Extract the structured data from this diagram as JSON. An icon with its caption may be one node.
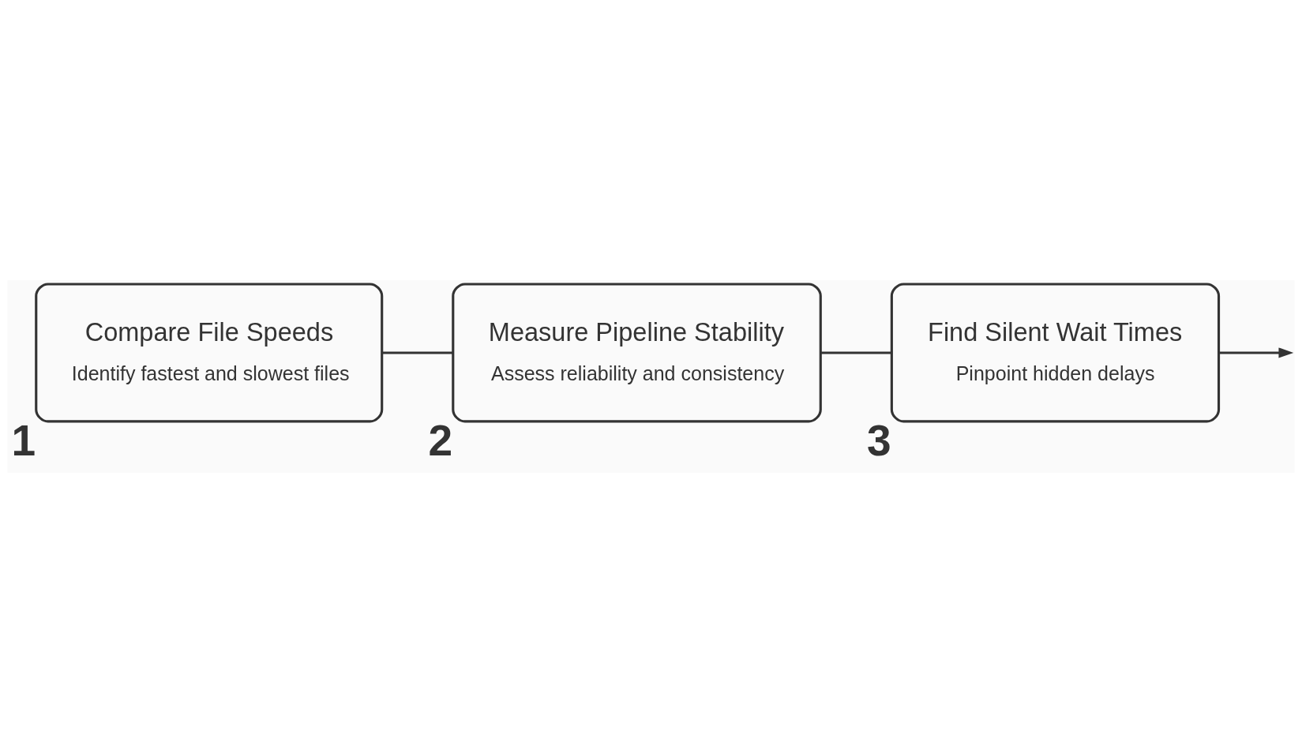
{
  "diagram": {
    "nodes": [
      {
        "text": [
          "Compare File Speeds",
          "Identify fastest and slowest files"
        ],
        "beside": [
          "1"
        ]
      },
      {
        "text": [
          "Measure Pipeline Stability",
          "Assess reliability and consistency"
        ],
        "beside": [
          "2"
        ]
      },
      {
        "text": [
          "Find Silent Wait Times",
          "Pinpoint hidden delays"
        ],
        "beside": [
          "3"
        ]
      }
    ],
    "edges": [
      {
        "from": 0,
        "to": 1,
        "arrow": "none"
      },
      {
        "from": 1,
        "to": 2,
        "arrow": "none"
      },
      {
        "from": 2,
        "to": null,
        "arrow": "to"
      }
    ]
  }
}
